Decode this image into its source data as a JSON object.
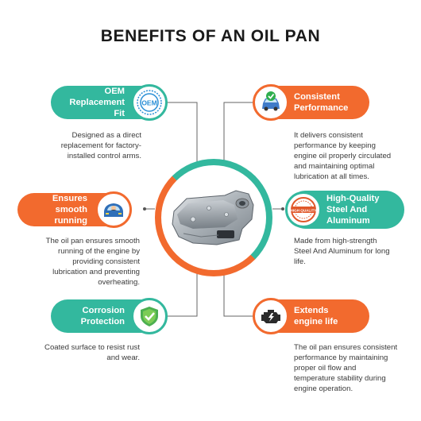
{
  "title": "BENEFITS OF AN OIL PAN",
  "colors": {
    "teal": "#33b89e",
    "orange": "#f26a2e",
    "text": "#333333",
    "line": "#555555"
  },
  "benefits": {
    "oem": {
      "title_line1": "OEM",
      "title_line2": "Replacement Fit",
      "icon": "oem-seal-icon",
      "badge_text": "OEM",
      "desc_lines": [
        "Designed as a direct",
        "replacement for factory-",
        "installed control arms."
      ]
    },
    "smooth": {
      "title_line1": "Ensures smooth",
      "title_line2": "running",
      "icon": "driver-car-icon",
      "desc_lines": [
        "The oil pan ensures smooth",
        "running of the engine by",
        "providing consistent",
        "lubrication and preventing",
        "overheating."
      ]
    },
    "corrosion": {
      "title_line1": "Corrosion",
      "title_line2": "Protection",
      "icon": "shield-check-icon",
      "desc_lines": [
        "Coated surface to resist rust",
        "and wear."
      ]
    },
    "consistent": {
      "title_line1": "Consistent",
      "title_line2": "Performance",
      "icon": "car-check-icon",
      "desc_lines": [
        "It delivers consistent",
        "performance by keeping",
        "engine oil properly circulated",
        "and maintaining optimal",
        "lubrication at all times."
      ]
    },
    "quality": {
      "title_line1": "High-Quality",
      "title_line2": "Steel And",
      "title_line3": "Aluminum",
      "icon": "high-quality-stamp-icon",
      "badge_text": "HIGH QUALITY",
      "desc_lines": [
        "Made from high-strength",
        "Steel And Aluminum for long",
        "life."
      ]
    },
    "extends": {
      "title_line1": "Extends",
      "title_line2": "engine life",
      "icon": "engine-icon",
      "desc_lines": [
        "The oil pan ensures consistent",
        "performance by maintaining",
        "proper oil flow and",
        "temperature stability during",
        "engine operation."
      ]
    }
  },
  "center_image": "oil-pan-product-image"
}
